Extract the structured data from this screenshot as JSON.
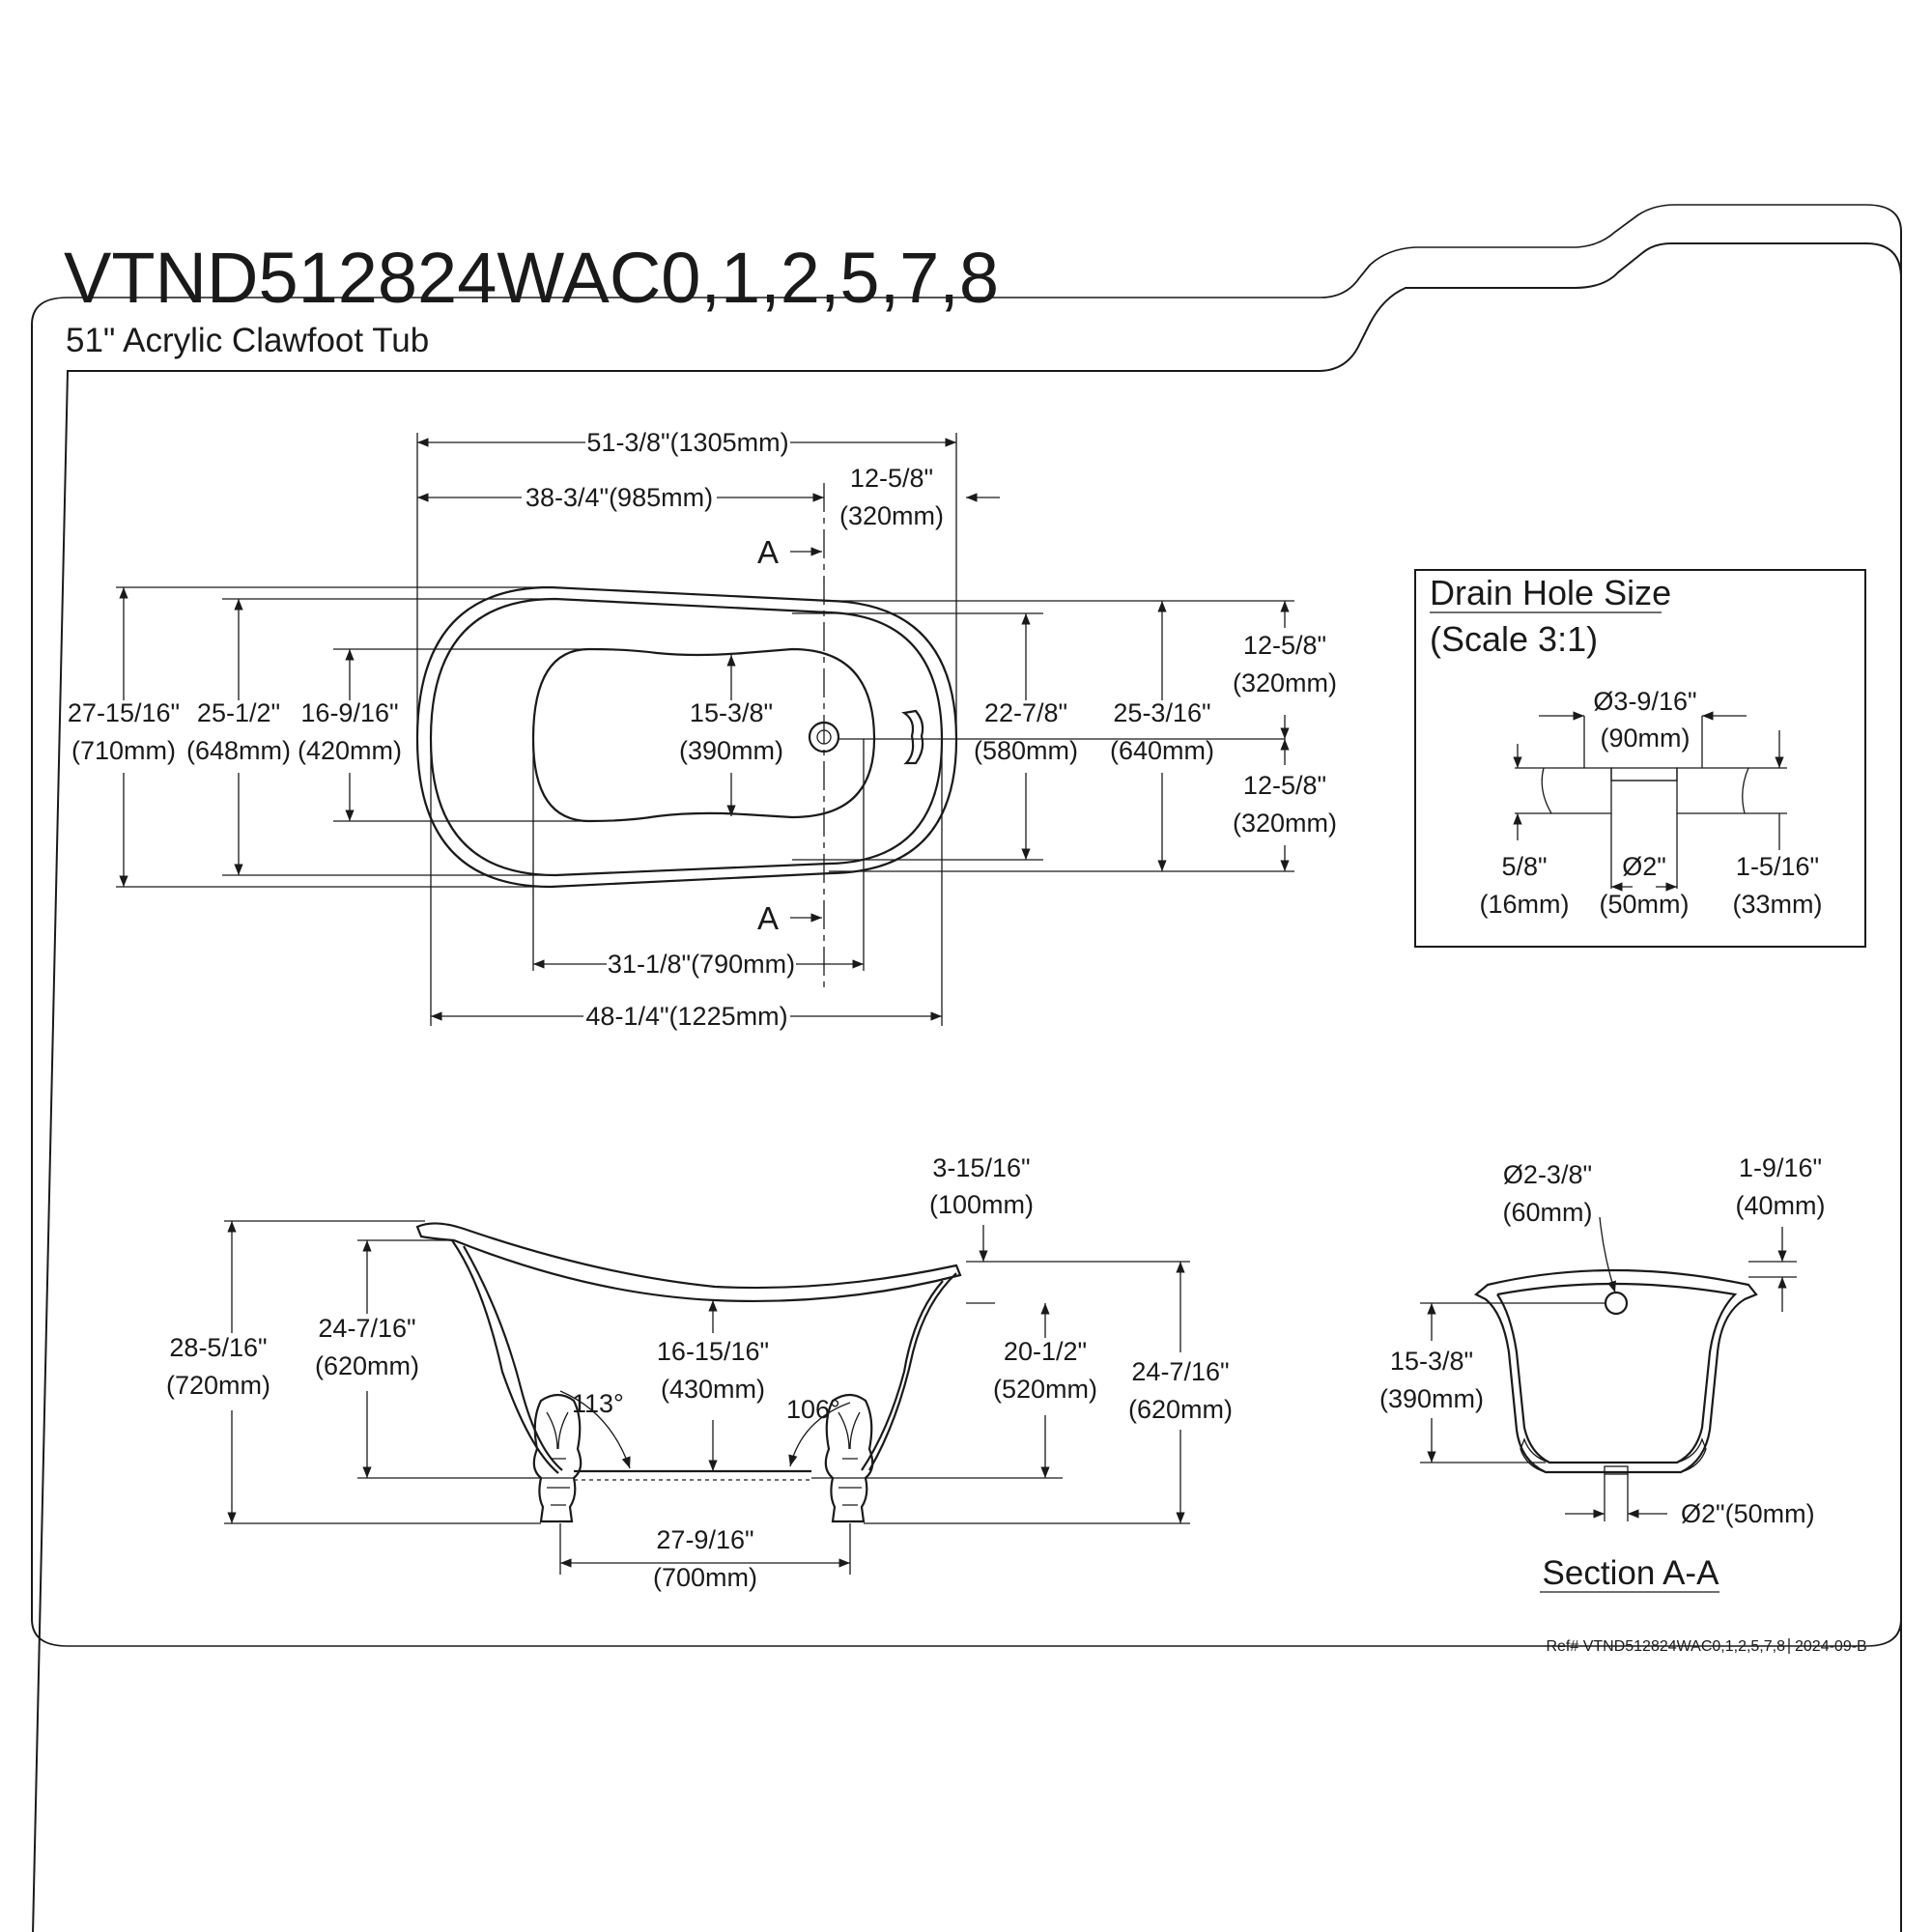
{
  "header": {
    "title": "VTND512824WAC0,1,2,5,7,8",
    "subtitle": "51\" Acrylic Clawfoot Tub"
  },
  "top_view": {
    "overall_length": "51-3/8\"(1305mm)",
    "length_to_center": "38-3/4\"(985mm)",
    "drain_offset_in": "12-5/8\"",
    "drain_offset_mm": "(320mm)",
    "section_mark": "A",
    "width_outer_in": "27-15/16\"",
    "width_outer_mm": "(710mm)",
    "width_rim_in": "25-1/2\"",
    "width_rim_mm": "(648mm)",
    "width_inner_in": "16-9/16\"",
    "width_inner_mm": "(420mm)",
    "inner_center_in": "15-3/8\"",
    "inner_center_mm": "(390mm)",
    "foot_end_inner_in": "22-7/8\"",
    "foot_end_inner_mm": "(580mm)",
    "foot_end_outer_in": "25-3/16\"",
    "foot_end_outer_mm": "(640mm)",
    "upper_half_in": "12-5/8\"",
    "upper_half_mm": "(320mm)",
    "lower_half_in": "12-5/8\"",
    "lower_half_mm": "(320mm)",
    "inner_length": "31-1/8\"(790mm)",
    "interior_length": "48-1/4\"(1225mm)"
  },
  "drain_detail": {
    "title": "Drain Hole Size",
    "scale": "(Scale 3:1)",
    "outer_dia_in": "Ø3-9/16\"",
    "outer_dia_mm": "(90mm)",
    "thickness_in": "5/8\"",
    "thickness_mm": "(16mm)",
    "hole_dia_in": "Ø2\"",
    "hole_dia_mm": "(50mm)",
    "depth_in": "1-5/16\"",
    "depth_mm": "(33mm)"
  },
  "side_view": {
    "rim_to_top_in": "3-15/16\"",
    "rim_to_top_mm": "(100mm)",
    "overall_height_in": "28-5/16\"",
    "overall_height_mm": "(720mm)",
    "back_height_in": "24-7/16\"",
    "back_height_mm": "(620mm)",
    "center_depth_in": "16-15/16\"",
    "center_depth_mm": "(430mm)",
    "angle_left": "113°",
    "angle_right": "106°",
    "overflow_height_in": "20-1/2\"",
    "overflow_height_mm": "(520mm)",
    "foot_height_in": "24-7/16\"",
    "foot_height_mm": "(620mm)",
    "feet_spacing_in": "27-9/16\"",
    "feet_spacing_mm": "(700mm)"
  },
  "section": {
    "overflow_dia_in": "Ø2-3/8\"",
    "overflow_dia_mm": "(60mm)",
    "rim_in": "1-9/16\"",
    "rim_mm": "(40mm)",
    "depth_in": "15-3/8\"",
    "depth_mm": "(390mm)",
    "drain_dia": "Ø2\"(50mm)",
    "label": "Section A-A"
  },
  "footer": {
    "ref": "Ref# VTND512824WAC0,1,2,5,7,8",
    "rev": "2024-09-B"
  },
  "colors": {
    "ink": "#1a1a1a",
    "background": "#ffffff"
  }
}
